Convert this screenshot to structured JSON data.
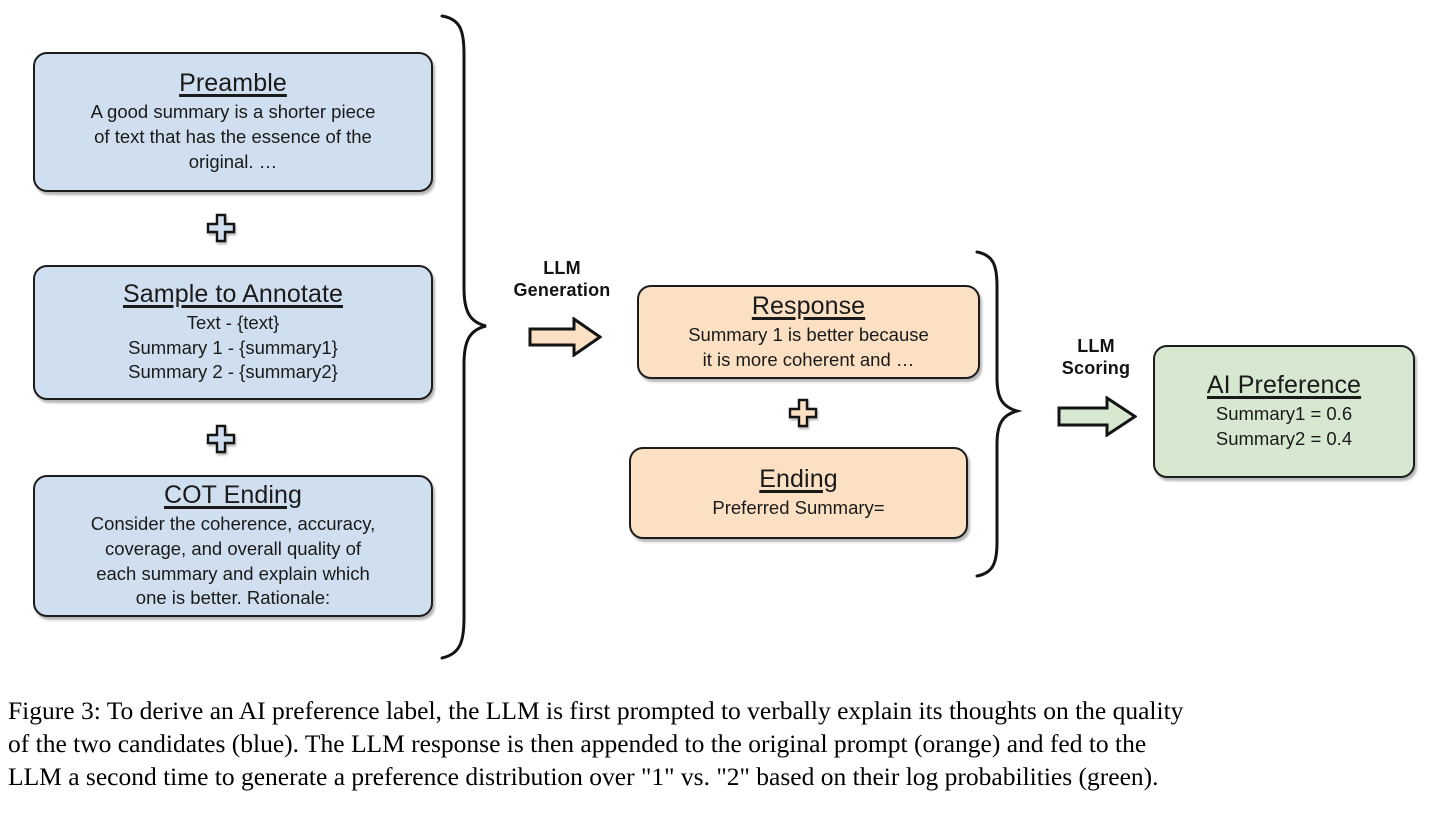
{
  "figure": {
    "id": "figure-3",
    "colors": {
      "blue_fill": "#cfdfef",
      "orange_fill": "#fbe0c4",
      "green_fill": "#d6e8d0",
      "stroke": "#1c1c1c"
    },
    "prompt_group": {
      "boxes": [
        {
          "name": "preamble",
          "title": "Preamble",
          "lines": [
            "A good summary is a shorter piece",
            "of text that has the essence of the",
            "original. …"
          ]
        },
        {
          "name": "sample-to-annotate",
          "title": "Sample to Annotate",
          "lines": [
            "Text - {text}",
            "Summary 1 - {summary1}",
            "Summary 2 - {summary2}"
          ]
        },
        {
          "name": "cot-ending",
          "title": "COT Ending",
          "lines": [
            "Consider the coherence, accuracy,",
            "coverage, and overall quality of",
            "each summary and explain which",
            "one is better. Rationale:"
          ]
        }
      ],
      "joiner": "+"
    },
    "generation_stage": {
      "label_line1": "LLM",
      "label_line2": "Generation",
      "arrow": "right-arrow-icon",
      "boxes": [
        {
          "name": "response",
          "title": "Response",
          "lines": [
            "Summary 1 is better because",
            "it is more coherent and …"
          ]
        },
        {
          "name": "ending",
          "title": "Ending",
          "lines": [
            "Preferred Summary="
          ]
        }
      ],
      "joiner": "+"
    },
    "scoring_stage": {
      "label_line1": "LLM",
      "label_line2": "Scoring",
      "arrow": "right-arrow-icon",
      "boxes": [
        {
          "name": "ai-preference",
          "title": "AI Preference",
          "lines": [
            "Summary1 = 0.6",
            "Summary2 = 0.4"
          ]
        }
      ]
    }
  },
  "caption": {
    "lines": [
      "Figure 3: To derive an AI preference label, the LLM is first prompted to verbally explain its thoughts on the quality",
      "of the two candidates (blue). The LLM response is then appended to the original prompt (orange) and fed to the",
      "LLM a second time to generate a preference distribution over \"1\" vs. \"2\" based on their log probabilities (green)."
    ]
  }
}
